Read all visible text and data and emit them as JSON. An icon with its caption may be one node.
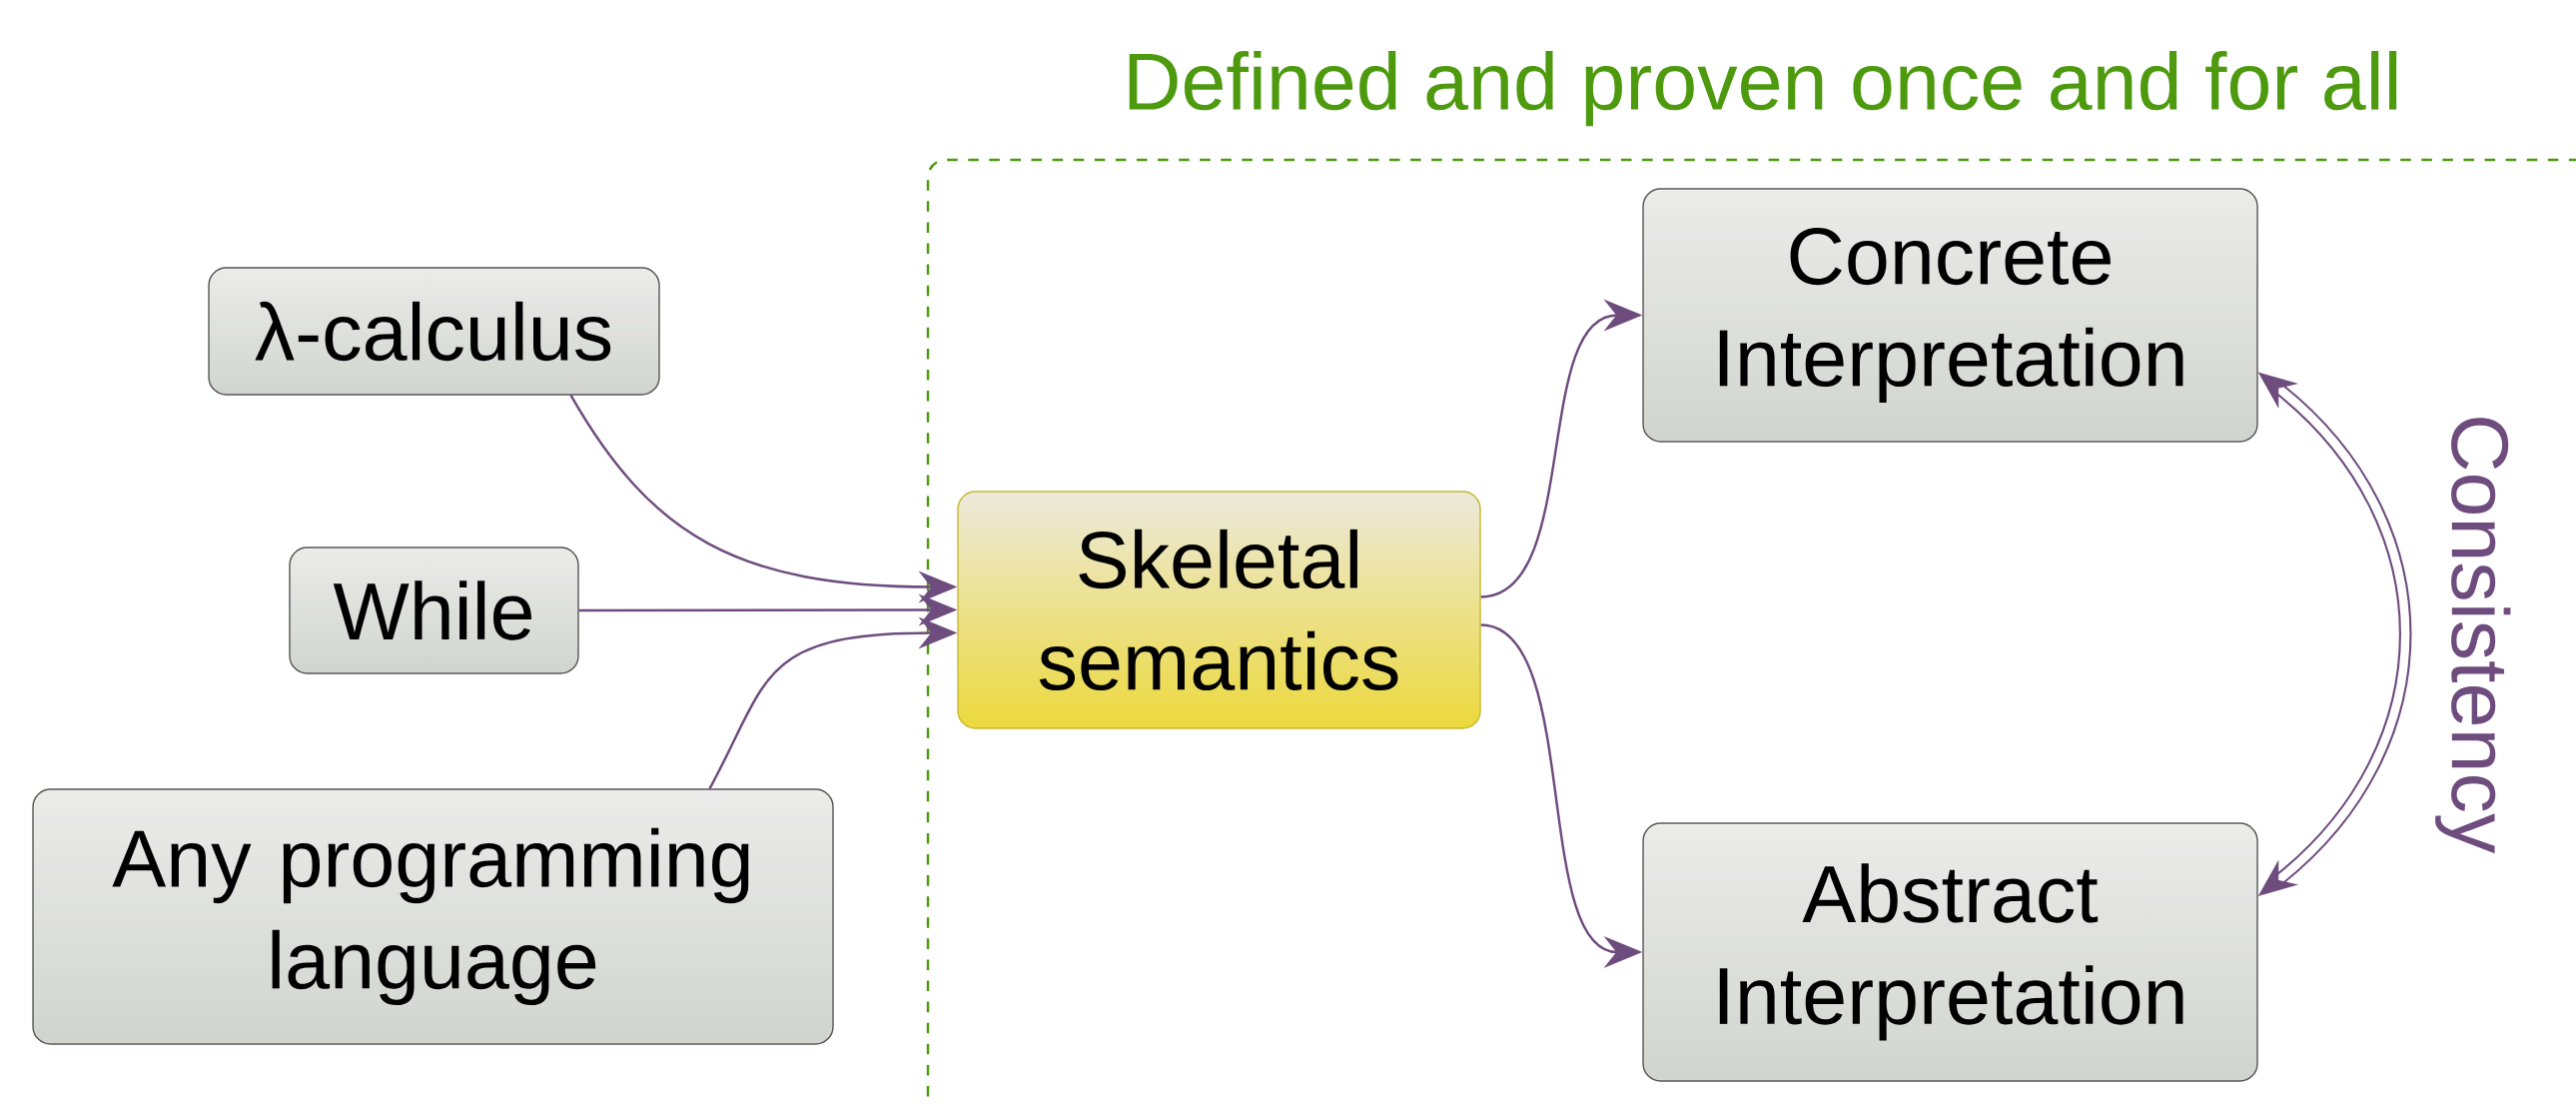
{
  "diagram": {
    "nodes": [
      {
        "text": [
          "Defined and proven once and for all"
        ]
      },
      {
        "text": [
          "λ-calculus"
        ]
      },
      {
        "text": [
          "While"
        ]
      },
      {
        "text": [
          "Any programming language"
        ]
      },
      {
        "text": [
          "Skeletal semantics"
        ],
        "in": 0
      },
      {
        "text": [
          "Concrete Interpretation"
        ],
        "in": 0
      },
      {
        "text": [
          "Abstract Interpretation"
        ],
        "in": 0
      }
    ],
    "edges": [
      {
        "from": 1,
        "to": 4,
        "arrow": "to"
      },
      {
        "from": 2,
        "to": 4,
        "arrow": "to"
      },
      {
        "from": 3,
        "to": 4,
        "arrow": "to"
      },
      {
        "from": 4,
        "to": 5,
        "arrow": "to"
      },
      {
        "from": 4,
        "to": 6,
        "arrow": "to"
      },
      {
        "from": 5,
        "to": 6,
        "arrow": "both",
        "style": "thick",
        "label": "Consistency"
      }
    ]
  }
}
